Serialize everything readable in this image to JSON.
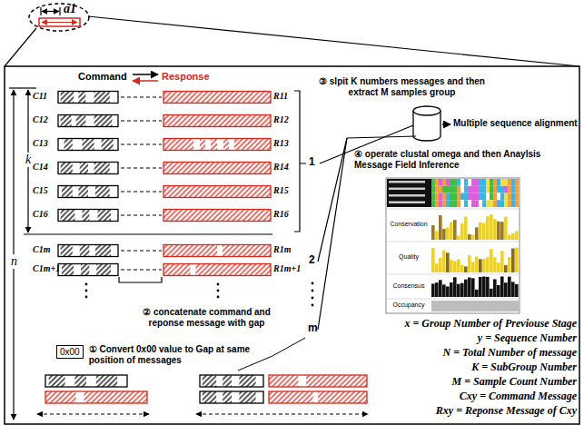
{
  "diagram": {
    "nodes": [
      {
        "text": [
          "0x00"
        ]
      }
    ],
    "labels": [
      "a1",
      "Command",
      "Response",
      "k",
      "n",
      "C11",
      "C12",
      "C13",
      "C14",
      "C15",
      "C16",
      "R11",
      "R12",
      "R13",
      "R14",
      "R15",
      "R16",
      "C1m",
      "R1m",
      "C1m+1",
      "R1m+1",
      "② concatenate command and reponse message with gap",
      "① Convert 0x00 value to Gap at same position of messages",
      "1",
      "2",
      "m",
      "③ slpit K numbers messages and then extract M samples group",
      "Multiple sequence alignment",
      "④ operate clustal omega and then Anaylsis Message Field Inference",
      "Conservation",
      "Quality",
      "Consensus",
      "Occupancy",
      "x = Group Number of Previouse Stage",
      "y = Sequence Number",
      "N = Total Number of message",
      "K = SubGroup Number",
      "M = Sample Count Number",
      "Cxy = Command Message",
      "Rxy = Reponse Message of Cxy"
    ]
  }
}
